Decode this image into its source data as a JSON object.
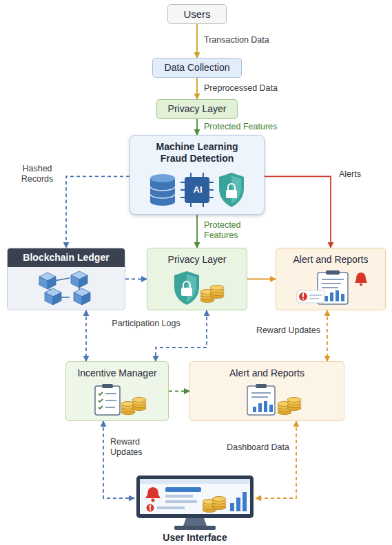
{
  "diagram": {
    "nodes": [
      {
        "text": [
          "Users"
        ]
      },
      {
        "text": [
          "Data Collection"
        ]
      },
      {
        "text": [
          "Privacy Layer"
        ]
      },
      {
        "text": [
          "Machine Learning Fraud Detection"
        ]
      },
      {
        "text": [
          "Blockchain Ledger"
        ]
      },
      {
        "text": [
          "Privacy Layer"
        ]
      },
      {
        "text": [
          "Alert and Reports"
        ]
      },
      {
        "text": [
          "Incentive Manager"
        ]
      },
      {
        "text": [
          "Alert and Reports"
        ]
      },
      {
        "text": [
          "User Interface"
        ]
      }
    ],
    "edges": [
      {
        "from": 0,
        "to": 1,
        "label": "Transaction Data",
        "arrow": "to"
      },
      {
        "from": 1,
        "to": 2,
        "label": "Preprocessed Data",
        "arrow": "to"
      },
      {
        "from": 2,
        "to": 3,
        "label": "Protected Features",
        "arrow": "to"
      },
      {
        "from": 3,
        "to": 4,
        "label": "Hashed Records",
        "arrow": "to"
      },
      {
        "from": 3,
        "to": 6,
        "label": "Alerts",
        "arrow": "to"
      },
      {
        "from": 3,
        "to": 5,
        "label": "Protected Features",
        "arrow": "to"
      },
      {
        "from": 4,
        "to": 5,
        "arrow": "to"
      },
      {
        "from": 5,
        "to": 6,
        "arrow": "to"
      },
      {
        "from": 4,
        "to": 7,
        "label": "Participation Logs",
        "arrow": "both"
      },
      {
        "from": 5,
        "to": 7,
        "arrow": "both"
      },
      {
        "from": 6,
        "to": 8,
        "label": "Reward Updates",
        "arrow": "both"
      },
      {
        "from": 7,
        "to": 8,
        "arrow": "to"
      },
      {
        "from": 7,
        "to": 9,
        "label": "Reward Updates",
        "arrow": "both"
      },
      {
        "from": 8,
        "to": 9,
        "label": "Dashboard Data",
        "arrow": "both"
      }
    ],
    "labels": [
      "AI"
    ]
  }
}
